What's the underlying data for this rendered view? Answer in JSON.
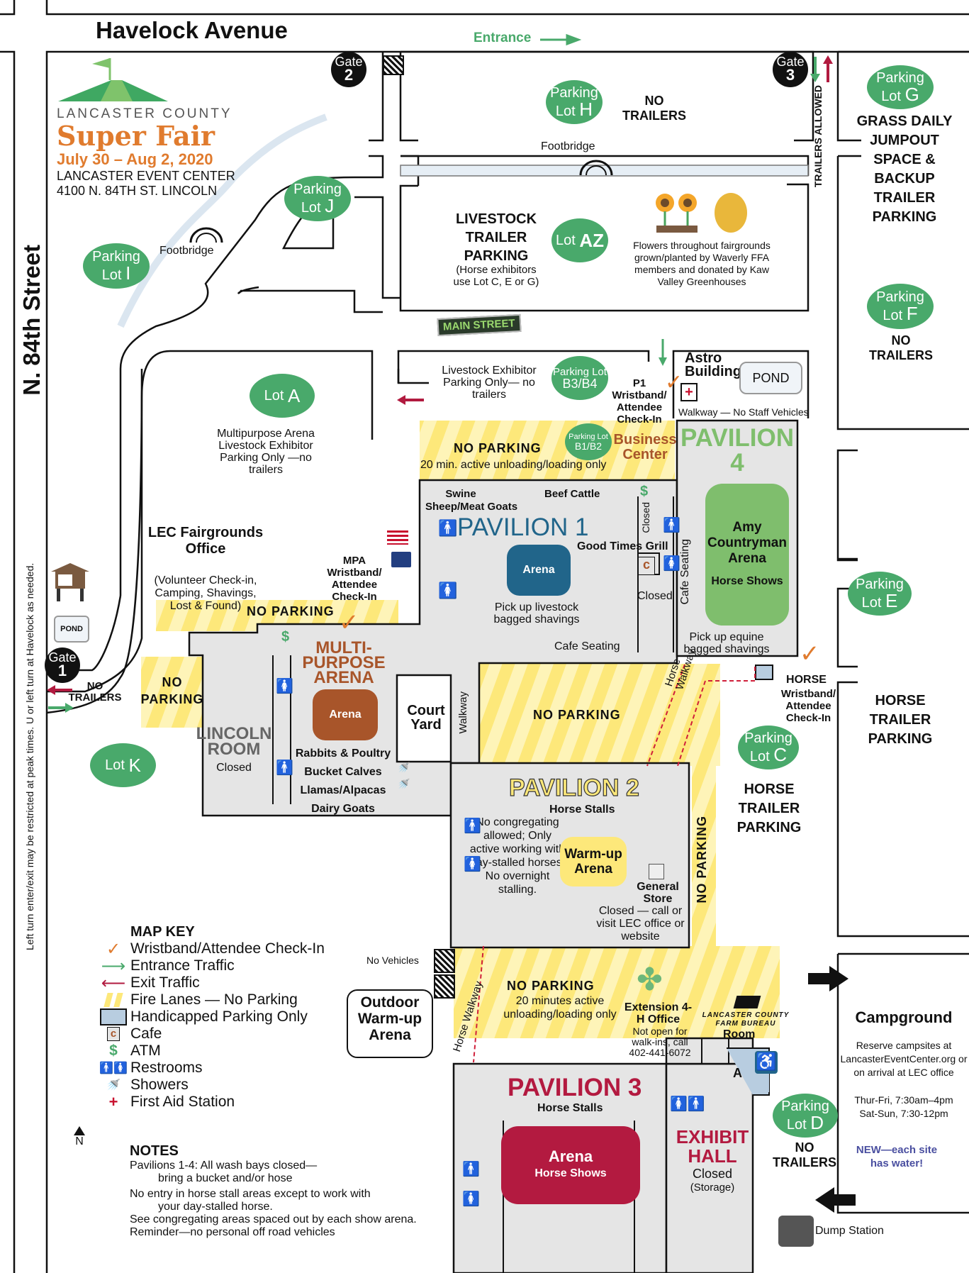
{
  "streets": {
    "top": "Havelock Avenue",
    "left": "N. 84th Street",
    "left_note": "Left turn enter/exit may be restricted at peak times. U or left turn at Havelock as needed."
  },
  "logo": {
    "county": "LANCASTER COUNTY",
    "name": "Super Fair",
    "dates": "July 30 – Aug 2, 2020",
    "venue": "LANCASTER EVENT CENTER",
    "address": "4100 N. 84TH ST. LINCOLN"
  },
  "colors": {
    "lot_green": "#49a96b",
    "exit_red": "#b11a3f",
    "entrance_green": "#49a96b",
    "fire_lane_yellow": "#fde87a",
    "building_gray": "#e5e5e5",
    "pavilion1_blue": "#21658a",
    "pavilion2_yellow": "#fde87a",
    "pavilion3_red": "#b31a40",
    "pavilion4_green": "#7fbe6d",
    "mpa_brown": "#a8552a",
    "checkmark_orange": "#e07b2e",
    "handicap_blue": "#b8cde0",
    "water_purple": "#4a4fa0"
  },
  "entrance_label": "Entrance",
  "gates": [
    {
      "label": "Gate",
      "num": "1"
    },
    {
      "label": "Gate",
      "num": "2"
    },
    {
      "label": "Gate",
      "num": "3"
    }
  ],
  "lots": {
    "H": {
      "top": "Parking",
      "bottom": "Lot",
      "letter": "H",
      "note": "NO TRAILERS"
    },
    "G": {
      "top": "Parking",
      "bottom": "Lot",
      "letter": "G",
      "note": "GRASS DAILY JUMPOUT SPACE & BACKUP TRAILER PARKING"
    },
    "J": {
      "top": "Parking",
      "bottom": "Lot",
      "letter": "J"
    },
    "I": {
      "top": "Parking",
      "bottom": "Lot",
      "letter": "I"
    },
    "AZ": {
      "bottom": "Lot",
      "letter": "AZ"
    },
    "F": {
      "top": "Parking",
      "bottom": "Lot",
      "letter": "F",
      "note": "NO TRAILERS"
    },
    "A": {
      "bottom": "Lot",
      "letter": "A"
    },
    "B3B4": {
      "top": "Parking Lot",
      "letter": "B3/B4"
    },
    "B1B2": {
      "top": "Parking Lot",
      "letter": "B1/B2"
    },
    "E": {
      "top": "Parking",
      "bottom": "Lot",
      "letter": "E"
    },
    "K": {
      "bottom": "Lot",
      "letter": "K"
    },
    "C": {
      "top": "Parking",
      "bottom": "Lot",
      "letter": "C"
    },
    "D": {
      "top": "Parking",
      "bottom": "Lot",
      "letter": "D",
      "note": "NO TRAILERS"
    }
  },
  "labels": {
    "trailers_allowed": "TRAILERS ALLOWED",
    "footbridge": "Footbridge",
    "livestock_trailer": "LIVESTOCK TRAILER PARKING",
    "livestock_trailer_note": "(Horse exhibitors use Lot C, E or G)",
    "flowers": "Flowers throughout fairgrounds grown/planted by Waverly FFA members and donated by Kaw Valley Greenhouses",
    "main_street": "MAIN STREET",
    "livestock_exhibitor": "Livestock Exhibitor Parking Only— no trailers",
    "p1_checkin": "P1 Wristband/ Attendee Check-In",
    "astro": "Astro Building",
    "pond": "POND",
    "walkway_no_staff": "Walkway — No Staff Vehicles",
    "mpa_parking": "Multipurpose Arena Livestock Exhibitor Parking Only —no trailers",
    "no_parking": "NO PARKING",
    "twenty_min": "20 min. active unloading/loading only",
    "twenty_min_long": "20 minutes active unloading/loading only",
    "business_center": "Business Center",
    "lec_office": "LEC Fairgrounds Office",
    "lec_office_note": "(Volunteer Check-in, Camping, Shavings, Lost & Found)",
    "mpa_checkin": "MPA Wristband/ Attendee Check-In",
    "no_trailers": "NO TRAILERS",
    "horse_checkin_title": "HORSE",
    "horse_checkin": "Wristband/ Attendee Check-In",
    "horse_trailer_parking": "HORSE TRAILER PARKING",
    "walkway": "Walkway",
    "horse_walkway": "Horse Walkway",
    "court_yard": "Court Yard",
    "no_vehicles": "No Vehicles",
    "outdoor_warmup": "Outdoor Warm-up Arena",
    "dump_station": "Dump Station",
    "north": "N"
  },
  "pavilion1": {
    "title": "PAVILION 1",
    "arena": "Arena",
    "swine": "Swine",
    "sheep": "Sheep/Meat Goats",
    "beef": "Beef Cattle",
    "grill": "Good Times Grill",
    "closed": "Closed",
    "cafe_seating": "Cafe Seating",
    "pickup": "Pick up livestock bagged shavings"
  },
  "pavilion4": {
    "title": "PAVILION",
    "num": "4",
    "arena": "Amy Countryman Arena",
    "sub": "Horse Shows",
    "pickup": "Pick up equine bagged shavings"
  },
  "mpa": {
    "title": "MULTI- PURPOSE ARENA",
    "arena": "Arena",
    "animals": [
      "Rabbits & Poultry",
      "Bucket Calves",
      "Llamas/Alpacas",
      "Dairy Goats"
    ]
  },
  "lincoln_room": {
    "title": "LINCOLN ROOM",
    "status": "Closed"
  },
  "pavilion2": {
    "title": "PAVILION 2",
    "sub": "Horse Stalls",
    "warmup": "Warm-up Arena",
    "rules": "No congregating allowed; Only active working with day-stalled horses. No overnight stalling.",
    "store": "General Store",
    "store_note": "Closed — call or visit LEC office or website"
  },
  "pavilion3": {
    "title": "PAVILION 3",
    "sub": "Horse Stalls",
    "arena": "Arena",
    "arena_sub": "Horse Shows"
  },
  "extension": {
    "title": "Extension 4-H Office",
    "note": "Not open for walk-ins, call 402-441-6072"
  },
  "farm_bureau": {
    "line1": "LANCASTER COUNTY",
    "line2": "FARM BUREAU",
    "room": "Room",
    "room_a": "A"
  },
  "exhibit_hall": {
    "title": "EXHIBIT HALL",
    "status": "Closed",
    "note": "(Storage)"
  },
  "campground": {
    "title": "Campground",
    "info": "Reserve campsites at LancasterEventCenter.org or on arrival at LEC office",
    "hours1": "Thur-Fri, 7:30am–4pm",
    "hours2": "Sat-Sun, 7:30-12pm",
    "water": "NEW—each site has water!"
  },
  "legend": {
    "title": "MAP KEY",
    "items": [
      {
        "icon": "checkmark",
        "label": "Wristband/Attendee Check-In"
      },
      {
        "icon": "entrance-arrow",
        "label": "Entrance Traffic"
      },
      {
        "icon": "exit-arrow",
        "label": "Exit Traffic"
      },
      {
        "icon": "fire-lane",
        "label": "Fire Lanes — No Parking"
      },
      {
        "icon": "handicap",
        "label": "Handicapped Parking Only"
      },
      {
        "icon": "cafe",
        "label": "Cafe"
      },
      {
        "icon": "atm",
        "label": "ATM"
      },
      {
        "icon": "restroom",
        "label": "Restrooms"
      },
      {
        "icon": "shower",
        "label": "Showers"
      },
      {
        "icon": "first-aid",
        "label": "First Aid Station"
      }
    ]
  },
  "notes": {
    "title": "NOTES",
    "items": [
      {
        "line1": "Pavilions 1-4: All wash bays closed—",
        "line2": "bring a bucket and/or hose"
      },
      {
        "line1": "No entry in horse stall areas except to work with",
        "line2": "your day-stalled horse."
      },
      {
        "line1": "See congregating areas spaced out by each show arena."
      },
      {
        "line1": "Reminder—no personal off road vehicles"
      }
    ]
  }
}
